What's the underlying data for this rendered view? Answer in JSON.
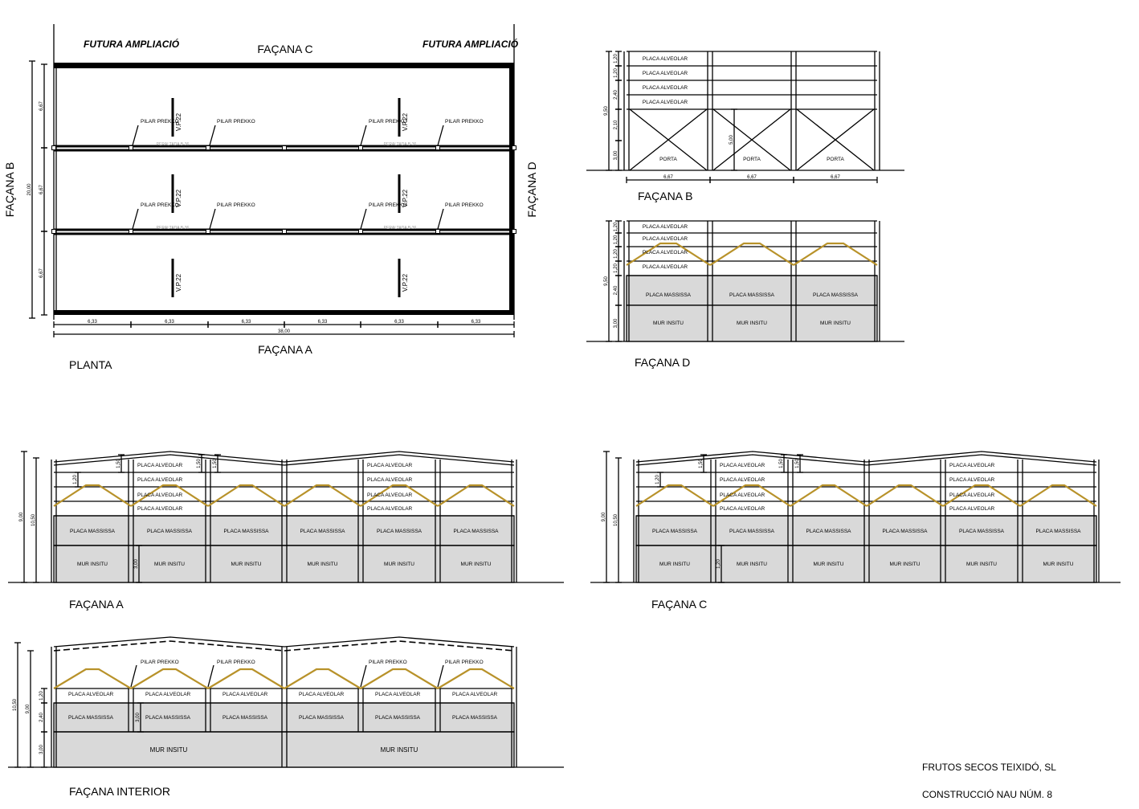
{
  "titleblock": {
    "company": "FRUTOS SECOS TEIXIDÓ, SL",
    "project": "CONSTRUCCIÓ NAU NÚM. 8"
  },
  "labels": {
    "alveolar": "PLACA ALVEOLAR",
    "massissa": "PLACA MASSISSA",
    "mur": "MUR INSITU",
    "porta": "PORTA",
    "pilar": "PILAR PREKKO",
    "beam": "V.P.22",
    "peralt": "PERALTADA B-36"
  },
  "plan": {
    "title": "PLANTA",
    "top_label": "FAÇANA C",
    "bottom_label": "FAÇANA A",
    "left_label": "FAÇANA B",
    "right_label": "FAÇANA D",
    "future_note": "FUTURA AMPLIACIÓ",
    "bay_dim": "6,33",
    "total_length": "38,00",
    "row_dim": "6,67",
    "total_width": "20,00"
  },
  "facana_b": {
    "title": "FAÇANA B",
    "bay_dim": "6,67",
    "height": "9,50",
    "door_height": "5,00",
    "dims": [
      "1,20",
      "1,20",
      "2,40",
      "2,10",
      "3,00"
    ]
  },
  "facana_d": {
    "title": "FAÇANA D",
    "height": "9,50",
    "dims": [
      "1,20",
      "1,20",
      "1,20",
      "1,20",
      "2,40",
      "3,00"
    ]
  },
  "facana_a": {
    "title": "FAÇANA A",
    "total_height": "10,50",
    "height": "9,00",
    "dims": [
      "1,50",
      "1,50",
      "1,50",
      "1,20",
      "3,00"
    ]
  },
  "facana_c": {
    "title": "FAÇANA C",
    "total_height": "10,50",
    "height": "9,00",
    "dims": [
      "1,50",
      "1,50",
      "1,50",
      "1,20",
      "1,20",
      "3,00"
    ]
  },
  "facana_interior": {
    "title": "FAÇANA INTERIOR",
    "total_height": "10,50",
    "height": "9,00",
    "dims": [
      "1,20",
      "2,40",
      "3,00",
      "3,00"
    ]
  }
}
